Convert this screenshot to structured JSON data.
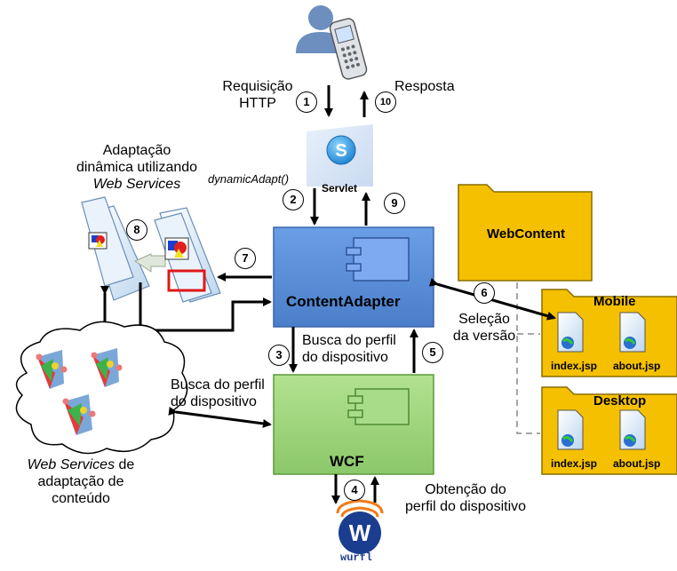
{
  "labels": {
    "requisicao": [
      "Requisição",
      "HTTP"
    ],
    "resposta": "Resposta",
    "dynamic_adapt": "dynamicAdapt()",
    "servlet": "Servlet",
    "adaptacao": [
      "Adaptação",
      "dinâmica utilizando",
      "Web Services"
    ],
    "content_adapter": "ContentAdapter",
    "wcf": "WCF",
    "busca_perfil_right": [
      "Busca do perfil",
      "do dispositivo"
    ],
    "busca_perfil_left": [
      "Busca do perfil",
      "do dispositivo"
    ],
    "obtencao": [
      "Obtenção do",
      "perfil do dispositivo"
    ],
    "selecao": [
      "Seleção",
      "da versão"
    ],
    "web_services_note": {
      "italic": "Web Services",
      "rest": " de",
      "line2": "adaptação de",
      "line3": "conteúdo"
    },
    "webcontent": "WebContent",
    "mobile": "Mobile",
    "desktop": "Desktop",
    "mobile_files": [
      "index.jsp",
      "about.jsp"
    ],
    "desktop_files": [
      "index.jsp",
      "about.jsp"
    ],
    "wurfl": "wurfl"
  },
  "steps": [
    "1",
    "2",
    "3",
    "4",
    "5",
    "6",
    "7",
    "8",
    "9",
    "10"
  ],
  "colors": {
    "content_adapter": "#5b8fd8",
    "wcf": "#9bd27a",
    "folder": "#f5c000",
    "arrow": "#000000"
  }
}
